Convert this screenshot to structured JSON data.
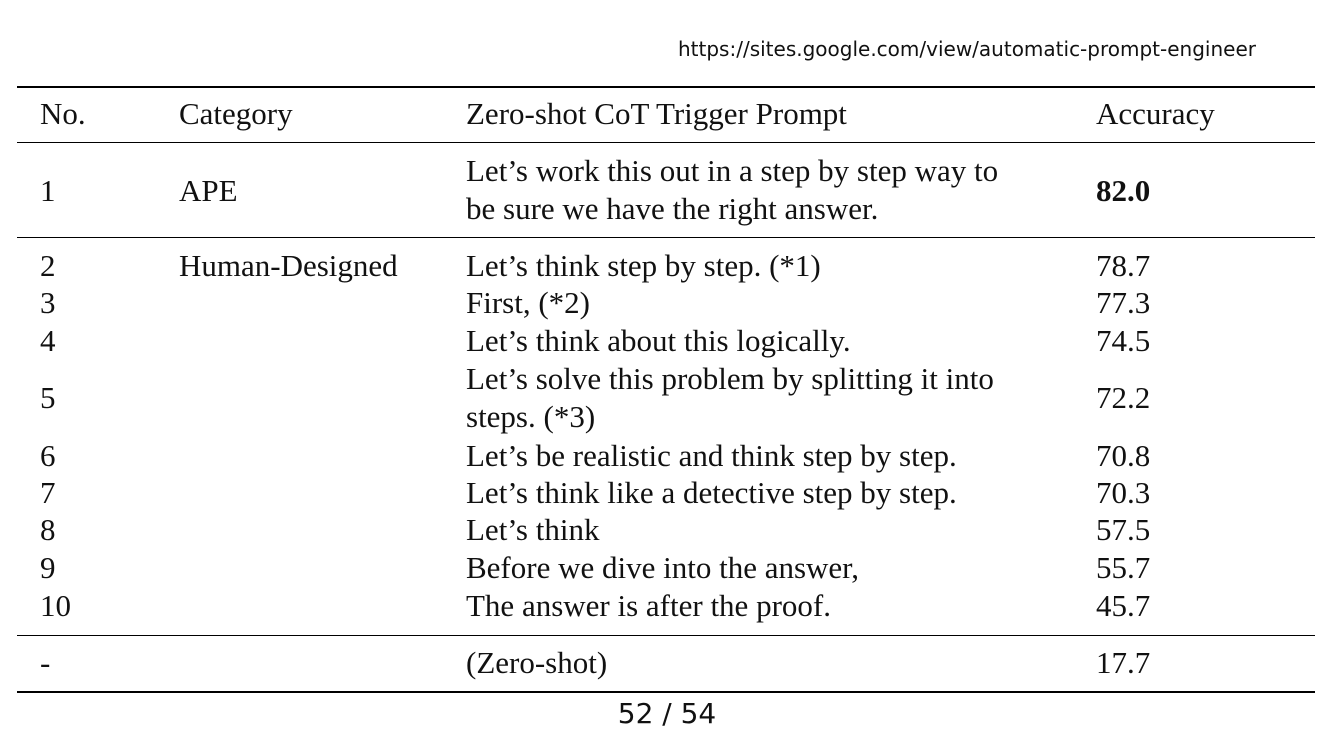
{
  "url": "https://sites.google.com/view/automatic-prompt-engineer",
  "table": {
    "headers": {
      "no": "No.",
      "category": "Category",
      "prompt": "Zero-shot CoT Trigger Prompt",
      "accuracy": "Accuracy"
    },
    "ape": {
      "no": "1",
      "category": "APE",
      "prompt_line1": "Let’s work this out in a step by step way to",
      "prompt_line2": "be sure we have the right answer.",
      "accuracy": "82.0"
    },
    "human": {
      "category": "Human-Designed",
      "rows": [
        {
          "no": "2",
          "prompt": "Let’s think step by step. (*1)",
          "accuracy": "78.7"
        },
        {
          "no": "3",
          "prompt": "First, (*2)",
          "accuracy": "77.3"
        },
        {
          "no": "4",
          "prompt": "Let’s think about this logically.",
          "accuracy": "74.5"
        },
        {
          "no": "5",
          "prompt_line1": "Let’s solve this problem by splitting it into",
          "prompt_line2": "steps. (*3)",
          "accuracy": "72.2"
        },
        {
          "no": "6",
          "prompt": "Let’s be realistic and think step by step.",
          "accuracy": "70.8"
        },
        {
          "no": "7",
          "prompt": "Let’s think like a detective step by step.",
          "accuracy": "70.3"
        },
        {
          "no": "8",
          "prompt": "Let’s think",
          "accuracy": "57.5"
        },
        {
          "no": "9",
          "prompt": "Before we dive into the answer,",
          "accuracy": "55.7"
        },
        {
          "no": "10",
          "prompt": "The answer is after the proof.",
          "accuracy": "45.7"
        }
      ]
    },
    "baseline": {
      "no": "-",
      "prompt": "(Zero-shot)",
      "accuracy": "17.7"
    }
  },
  "page_indicator": "52 / 54"
}
